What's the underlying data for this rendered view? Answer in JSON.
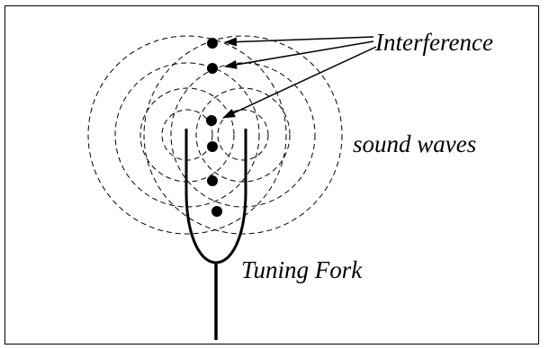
{
  "labels": {
    "interference": "Interference",
    "sound_waves": "sound waves",
    "tuning_fork": "Tuning Fork"
  },
  "colors": {
    "ink": "#000000",
    "background": "#ffffff"
  }
}
